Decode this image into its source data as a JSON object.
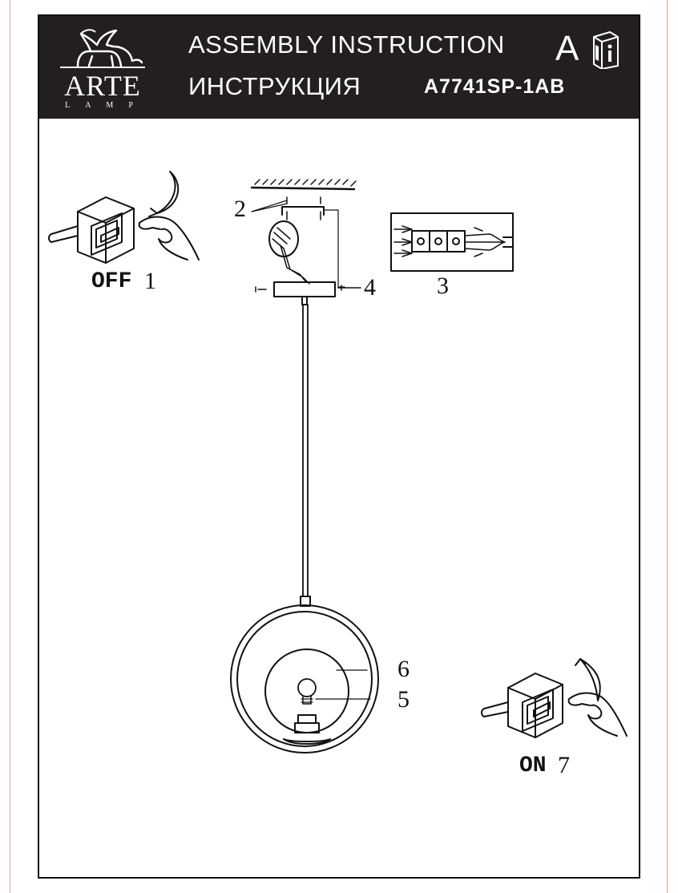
{
  "header": {
    "brand_name": "ARTE",
    "brand_sub": "LAMP",
    "title_en": "ASSEMBLY INSTRUCTION",
    "title_ru": "ИНСТРУКЦИЯ",
    "model": "A7741SP-1AB",
    "letter": "A",
    "logo_icon": "griffin-logo-icon",
    "info_icon": "info-book-icon"
  },
  "steps": {
    "off_word": "OFF",
    "off_num": "1",
    "on_word": "ON",
    "on_num": "7",
    "s2": "2",
    "s3": "3",
    "s4": "4",
    "s5": "5",
    "s6": "6"
  },
  "colors": {
    "header_bg": "#231f20",
    "ink": "#111111"
  }
}
